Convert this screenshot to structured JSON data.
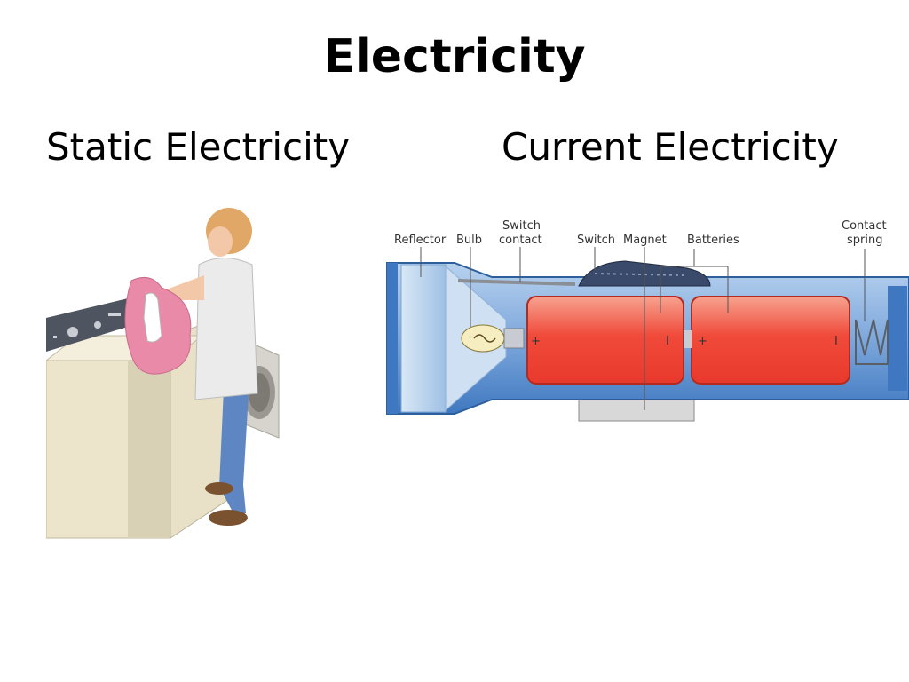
{
  "slide": {
    "title": "Electricity",
    "left_heading": "Static Electricity",
    "right_heading": "Current Electricity"
  },
  "diagram": {
    "labels": {
      "reflector": "Reflector",
      "bulb": "Bulb",
      "switch_contact_line1": "Switch",
      "switch_contact_line2": "contact",
      "switch": "Switch",
      "magnet": "Magnet",
      "batteries": "Batteries",
      "contact_spring_line1": "Contact",
      "contact_spring_line2": "spring"
    },
    "battery_symbols": {
      "plus": "+",
      "minus": "I"
    }
  },
  "colors": {
    "battery_red": "#f04a3a",
    "flashlight_blue": "#4a82c8",
    "laundry_pink": "#e88aa8"
  }
}
